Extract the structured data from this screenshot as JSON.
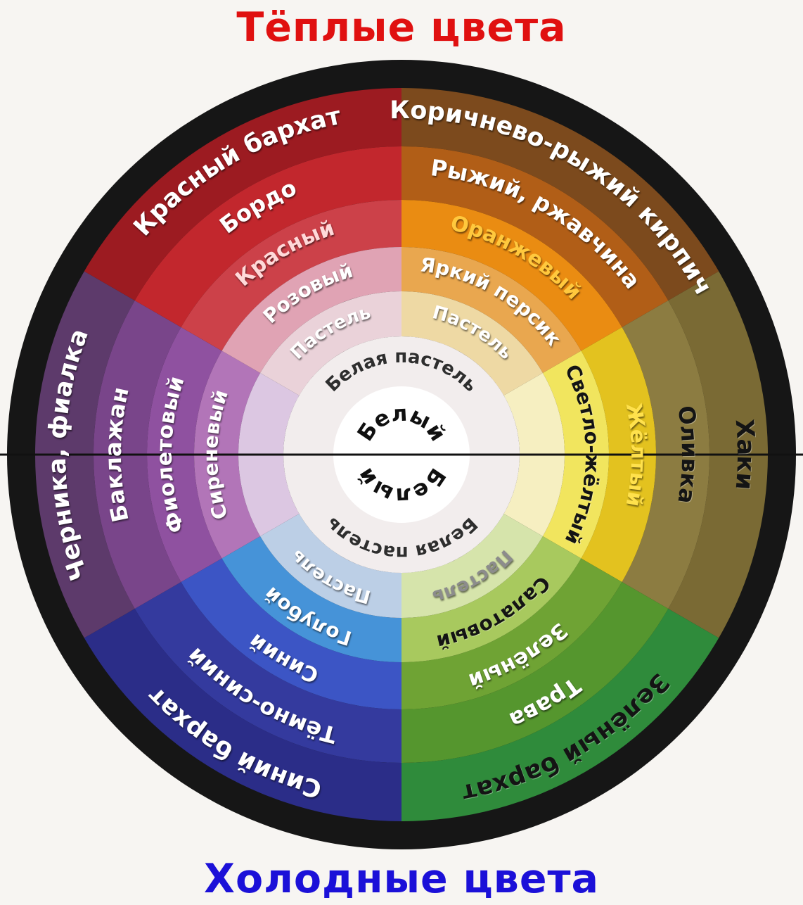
{
  "background": "#f7f5f2",
  "titles": {
    "warm": "Тёплые цвета",
    "warm_color": "#e01010",
    "cold": "Холодные цвета",
    "cold_color": "#1b10d8"
  },
  "wheel": {
    "border_color": "#161616",
    "divider_color": "#111111",
    "center": {
      "label_top": "Белый",
      "label_bottom": "Белый",
      "color": "#ffffff",
      "text_color": "#101010"
    },
    "white_pastel": {
      "label_top": "Белая пастель",
      "label_bottom": "Белая пастель",
      "color": "#f2eded",
      "text_color": "#2e2e2e"
    },
    "sectors": [
      {
        "name": "orange",
        "start": 0,
        "rings": [
          {
            "label": "Коричнево-рыжий кирпич",
            "color": "#7c4a1d",
            "text": "#ffffff"
          },
          {
            "label": "Рыжий, ржавчина",
            "color": "#b15e17",
            "text": "#ffffff"
          },
          {
            "label": "Оранжевый",
            "color": "#ea8c12",
            "text": "#ffc83d"
          },
          {
            "label": "Яркий персик",
            "color": "#e9a74f",
            "text": "#ffffff"
          },
          {
            "label": "Пастель",
            "color": "#eed9a4",
            "text": "#ffffff"
          }
        ]
      },
      {
        "name": "yellow",
        "start": 60,
        "rings": [
          {
            "label": "Хаки",
            "color": "#7a6a34",
            "text": "#141414"
          },
          {
            "label": "Оливка",
            "color": "#8c7c41",
            "text": "#141414"
          },
          {
            "label": "Жёлтый",
            "color": "#e3c21f",
            "text": "#ffe14c"
          },
          {
            "label": "Светло-жёлтый",
            "color": "#f1e55e",
            "text": "#141414"
          },
          {
            "label": "",
            "color": "#f6efc1",
            "text": "#141414"
          }
        ]
      },
      {
        "name": "green",
        "start": 120,
        "rings": [
          {
            "label": "Зелёный бархат",
            "color": "#2f8b3b",
            "text": "#141414"
          },
          {
            "label": "Трава",
            "color": "#55962e",
            "text": "#ffffff"
          },
          {
            "label": "Зелёный",
            "color": "#6fa334",
            "text": "#ffffff"
          },
          {
            "label": "Салатовый",
            "color": "#a8c95e",
            "text": "#141414"
          },
          {
            "label": "Пастель",
            "color": "#d6e4ab",
            "text": "#8c8c8c"
          }
        ]
      },
      {
        "name": "blue",
        "start": 180,
        "rings": [
          {
            "label": "Синий бархат",
            "color": "#2b2d88",
            "text": "#ffffff"
          },
          {
            "label": "Тёмно-синий",
            "color": "#343a9e",
            "text": "#ffffff"
          },
          {
            "label": "Синий",
            "color": "#3c55c5",
            "text": "#ffffff"
          },
          {
            "label": "Голубой",
            "color": "#4693d8",
            "text": "#ffffff"
          },
          {
            "label": "Пастель",
            "color": "#bccfe6",
            "text": "#ffffff"
          }
        ]
      },
      {
        "name": "purple",
        "start": 240,
        "rings": [
          {
            "label": "Черника, фиалка",
            "color": "#5d3a6b",
            "text": "#ffffff"
          },
          {
            "label": "Баклажан",
            "color": "#79458a",
            "text": "#ffffff"
          },
          {
            "label": "Фиолетовый",
            "color": "#8f51a0",
            "text": "#ffffff"
          },
          {
            "label": "Сиреневый",
            "color": "#b275b8",
            "text": "#ffffff"
          },
          {
            "label": "",
            "color": "#dcc7e2",
            "text": "#ffffff"
          }
        ]
      },
      {
        "name": "red",
        "start": 300,
        "rings": [
          {
            "label": "Красный бархат",
            "color": "#9c1b21",
            "text": "#ffffff"
          },
          {
            "label": "Бордо",
            "color": "#c2272d",
            "text": "#ffffff"
          },
          {
            "label": "Красный",
            "color": "#cc4149",
            "text": "#ffd9d9"
          },
          {
            "label": "Розовый",
            "color": "#e0a3b4",
            "text": "#ffffff"
          },
          {
            "label": "Пастель",
            "color": "#ead2d9",
            "text": "#ffffff"
          }
        ]
      }
    ]
  }
}
